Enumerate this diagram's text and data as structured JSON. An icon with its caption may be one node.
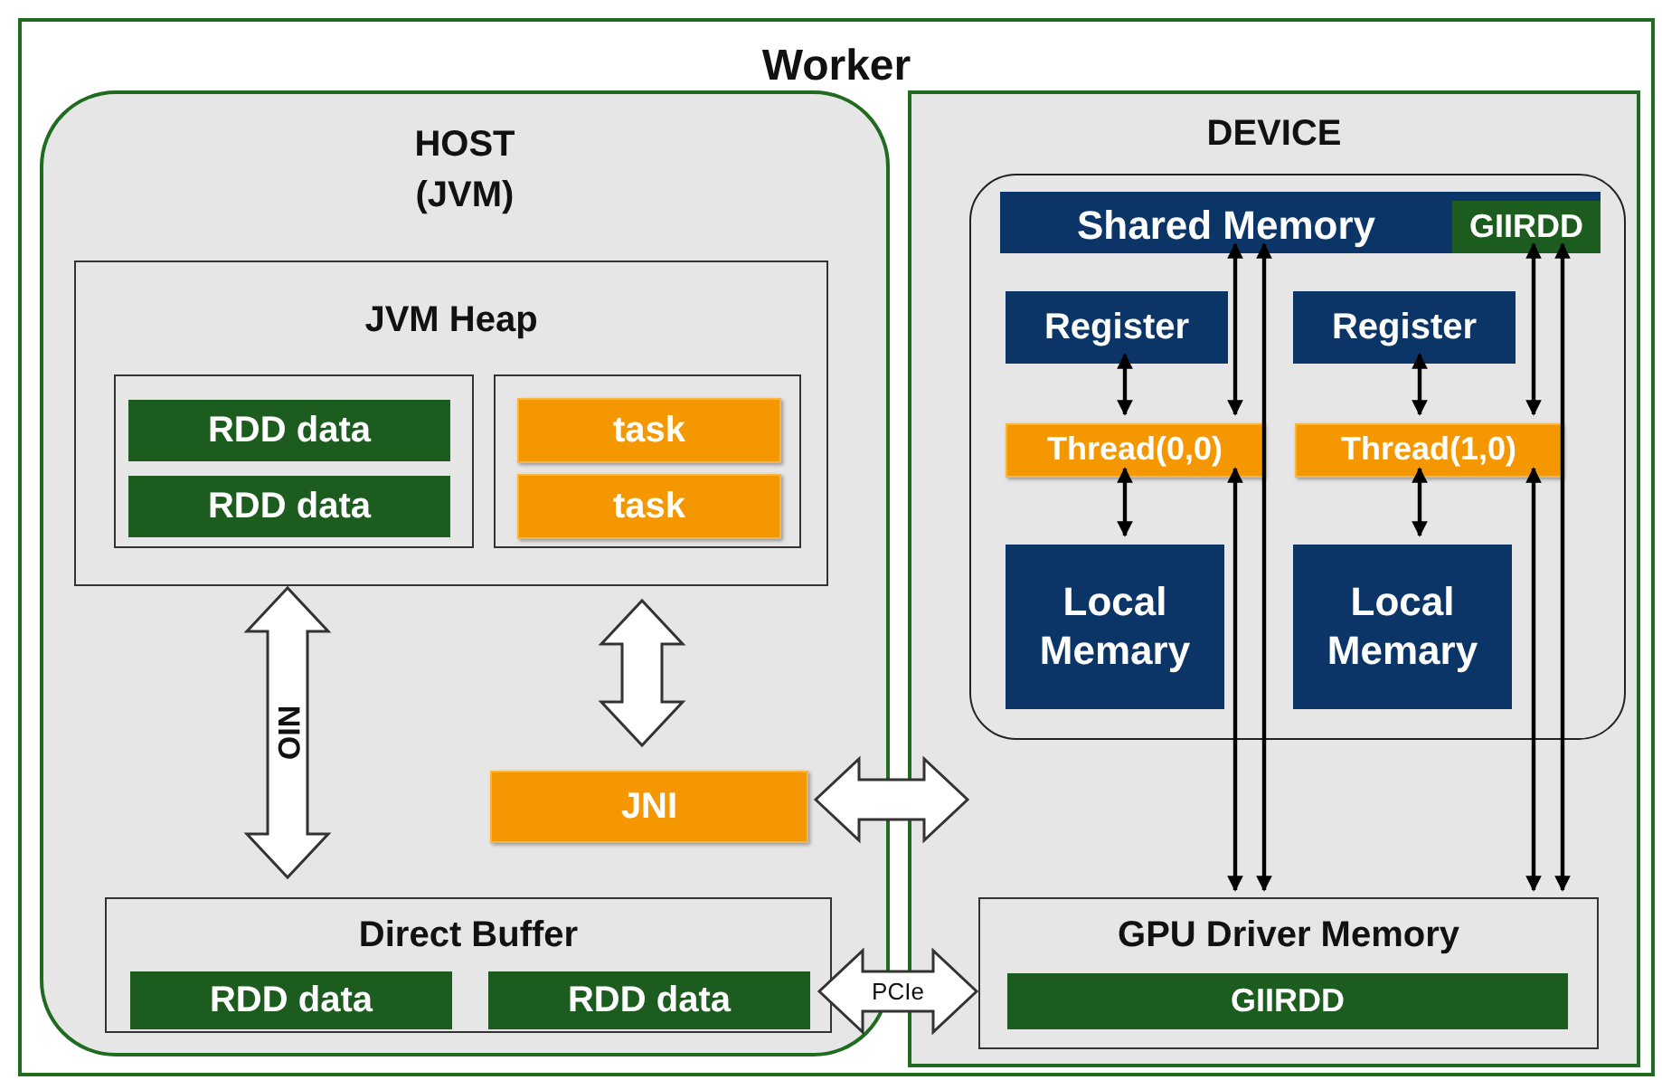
{
  "diagram": {
    "nodes": [
      {
        "text": [
          "Worker"
        ]
      },
      {
        "text": [
          "HOST (JVM)"
        ],
        "in": 0
      },
      {
        "text": [
          "JVM Heap"
        ],
        "in": 1
      },
      {
        "text": [],
        "shape": "box",
        "in": 2
      },
      {
        "text": [
          "RDD data"
        ],
        "in": 3
      },
      {
        "text": [
          "RDD data"
        ],
        "in": 3
      },
      {
        "text": [],
        "shape": "box",
        "in": 2
      },
      {
        "text": [
          "task"
        ],
        "in": 6
      },
      {
        "text": [
          "task"
        ],
        "in": 6
      },
      {
        "text": [
          "JNI"
        ],
        "in": 1
      },
      {
        "text": [
          "Direct Buffer"
        ],
        "in": 1
      },
      {
        "text": [
          "RDD data"
        ],
        "in": 10
      },
      {
        "text": [
          "RDD data"
        ],
        "in": 10
      },
      {
        "text": [
          "DEVICE"
        ],
        "in": 0
      },
      {
        "text": [],
        "shape": "box",
        "in": 13
      },
      {
        "text": [
          "Shared Memory"
        ],
        "in": 14
      },
      {
        "text": [
          "GIIRDD"
        ],
        "in": 15
      },
      {
        "text": [
          "Register"
        ],
        "in": 14
      },
      {
        "text": [
          "Register"
        ],
        "in": 14
      },
      {
        "text": [
          "Thread(0,0)"
        ],
        "in": 14
      },
      {
        "text": [
          "Thread(1,0)"
        ],
        "in": 14
      },
      {
        "text": [
          "Local Memary"
        ],
        "in": 14
      },
      {
        "text": [
          "Local Memary"
        ],
        "in": 14
      },
      {
        "text": [
          "GPU Driver Memory"
        ],
        "in": 13
      },
      {
        "text": [
          "GIIRDD"
        ],
        "in": 23
      }
    ],
    "edges": [
      {
        "from": 2,
        "to": 10,
        "arrow": "both",
        "label": "NIO",
        "style": "thick"
      },
      {
        "from": 2,
        "to": 9,
        "arrow": "both",
        "style": "thick"
      },
      {
        "from": 9,
        "to": 13,
        "arrow": "both",
        "style": "thick"
      },
      {
        "from": 10,
        "to": 23,
        "arrow": "both",
        "label": "PCIe",
        "style": "thick"
      },
      {
        "from": 17,
        "to": 19,
        "arrow": "both"
      },
      {
        "from": 19,
        "to": 21,
        "arrow": "both"
      },
      {
        "from": 18,
        "to": 20,
        "arrow": "both"
      },
      {
        "from": 20,
        "to": 22,
        "arrow": "both"
      },
      {
        "from": 15,
        "to": 19,
        "arrow": "both"
      },
      {
        "from": 23,
        "to": 19,
        "arrow": "both"
      },
      {
        "from": 15,
        "to": 23,
        "arrow": "both"
      },
      {
        "from": 15,
        "to": 20,
        "arrow": "both"
      },
      {
        "from": 23,
        "to": 20,
        "arrow": "both"
      },
      {
        "from": 15,
        "to": 23,
        "arrow": "both"
      }
    ]
  }
}
